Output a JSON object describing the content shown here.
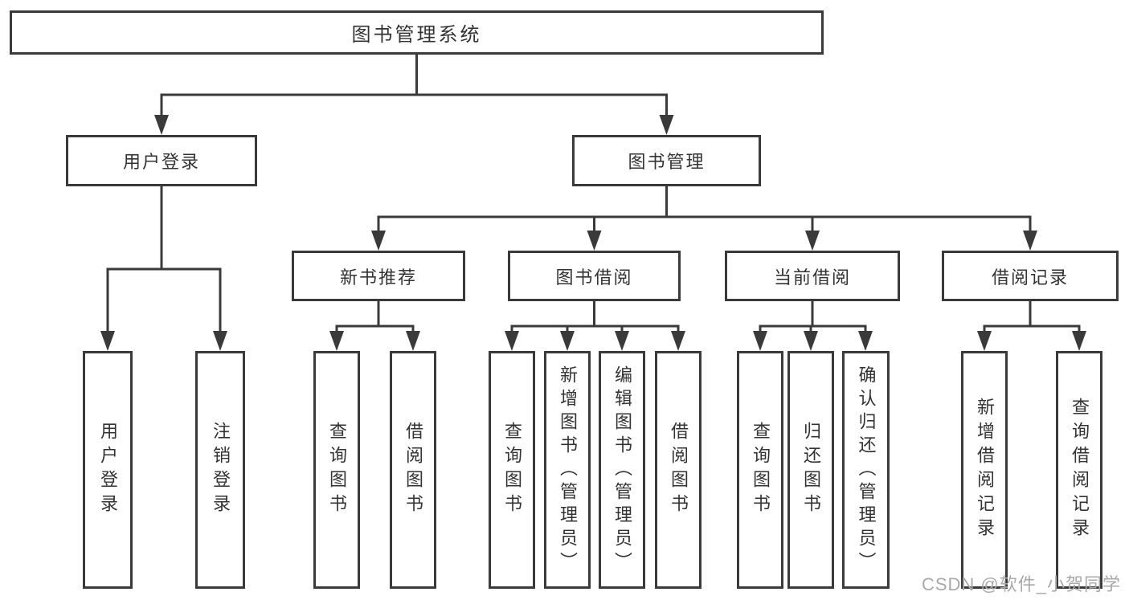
{
  "diagram": {
    "root": {
      "label": "图书管理系统",
      "children": [
        {
          "label": "用户登录",
          "children": [
            {
              "label": "用户登录"
            },
            {
              "label": "注销登录"
            }
          ]
        },
        {
          "label": "图书管理",
          "children": [
            {
              "label": "新书推荐",
              "children": [
                {
                  "label": "查询图书"
                },
                {
                  "label": "借阅图书"
                }
              ]
            },
            {
              "label": "图书借阅",
              "children": [
                {
                  "label": "查询图书"
                },
                {
                  "label": "新增图书（管理员）"
                },
                {
                  "label": "编辑图书（管理员）"
                },
                {
                  "label": "借阅图书"
                }
              ]
            },
            {
              "label": "当前借阅",
              "children": [
                {
                  "label": "查询图书"
                },
                {
                  "label": "归还图书"
                },
                {
                  "label": "确认归还（管理员）"
                }
              ]
            },
            {
              "label": "借阅记录",
              "children": [
                {
                  "label": "新增借阅记录"
                },
                {
                  "label": "查询借阅记录"
                }
              ]
            }
          ]
        }
      ]
    }
  },
  "watermark": {
    "text": "CSDN @软件_小贺同学"
  },
  "colors": {
    "line": "#3a3a3a",
    "box_border": "#3a3a3a",
    "text": "#333333",
    "watermark": "#a9a9a9",
    "background": "#ffffff"
  }
}
